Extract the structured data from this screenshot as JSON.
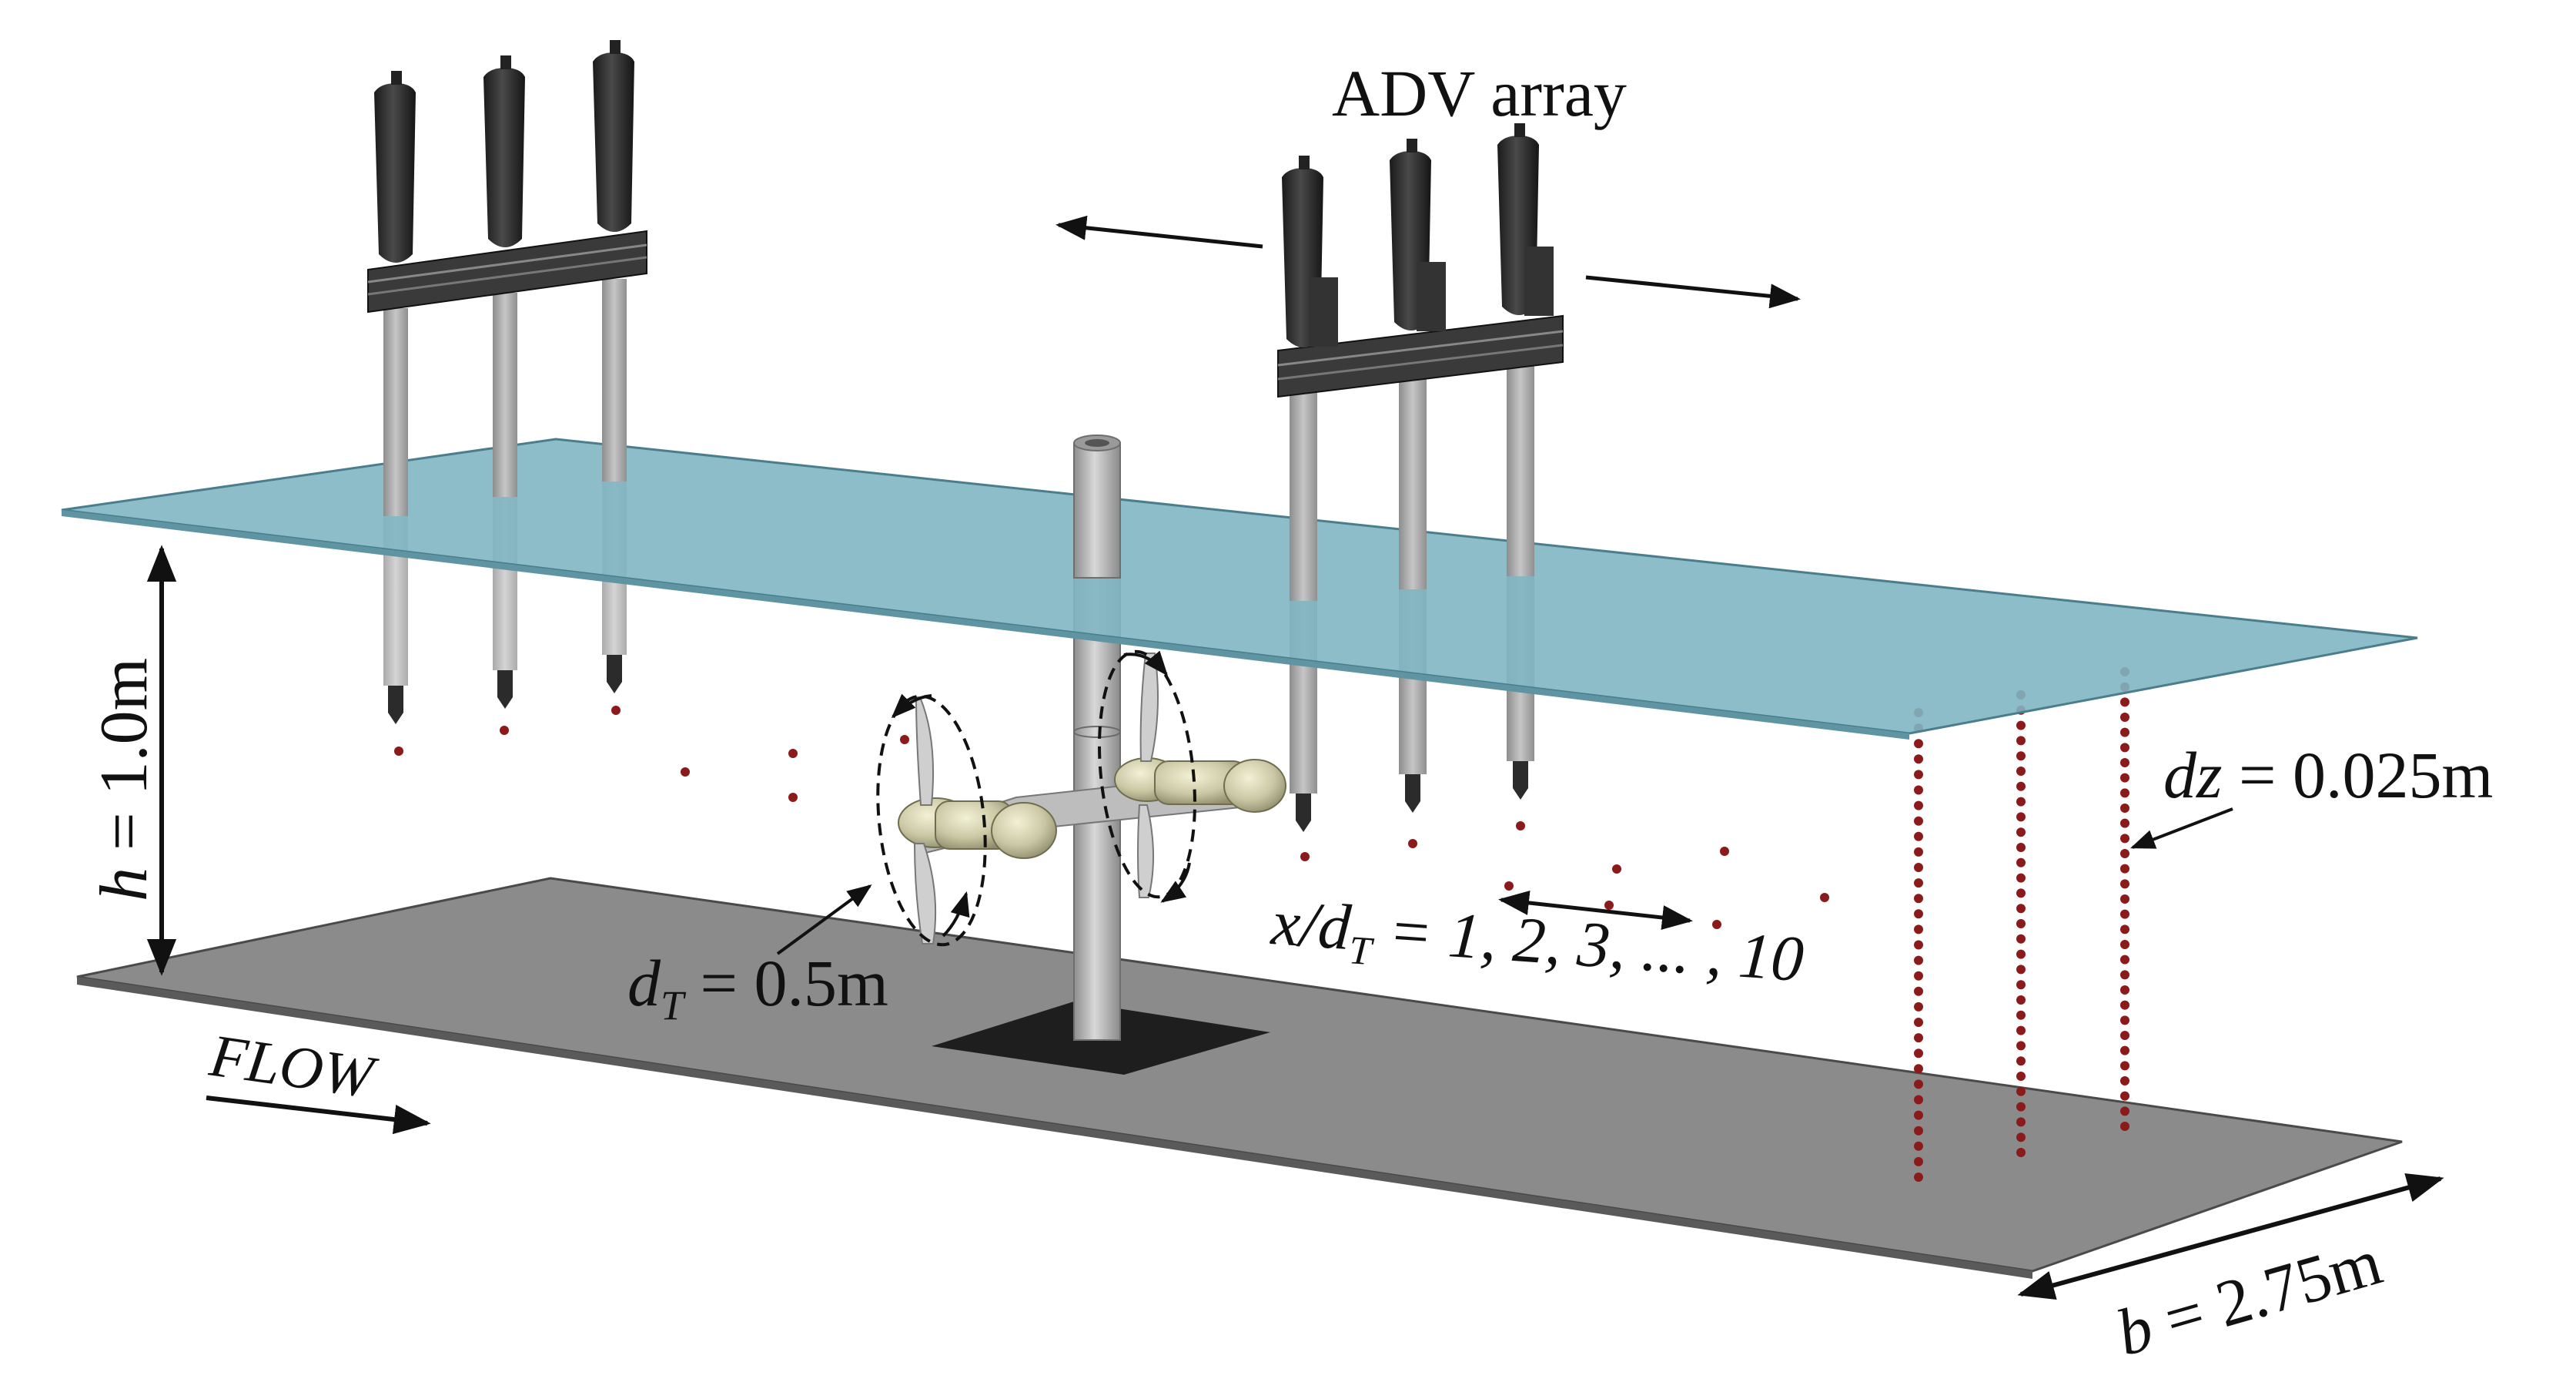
{
  "labels": {
    "adv_array": "ADV array",
    "h_symbol": "h",
    "h_value": " = 1.0m",
    "dz_symbol": "dz",
    "dz_value": " = 0.025m",
    "dT_d": "d",
    "dT_sub": "T",
    "dT_value": " = 0.5m",
    "xd_x": "x/d",
    "xd_sub": "T",
    "xd_value": " = 1, 2, 3, ... , 10",
    "flow": "FLOW",
    "b_symbol": "b",
    "b_value": " = 2.75m"
  },
  "colors": {
    "water_surface": "#7fb6c3",
    "water_edge": "#4a7e8c",
    "channel_floor": "#8b8b8b",
    "floor_edge": "#4a4a4a",
    "probe_body": "#2b2b2b",
    "probe_stem": "#a9a9a9",
    "turbine_pole": "#b4b4b4",
    "nacelle": "#c9c7a3",
    "blade": "#c8c8c8",
    "measurement_point": "#8b1a1a",
    "arrow": "#111111"
  },
  "icons": {
    "adv_probe": "adv-probe-icon",
    "turbine": "dual-rotor-turbine-icon",
    "arrow": "arrow-icon"
  }
}
